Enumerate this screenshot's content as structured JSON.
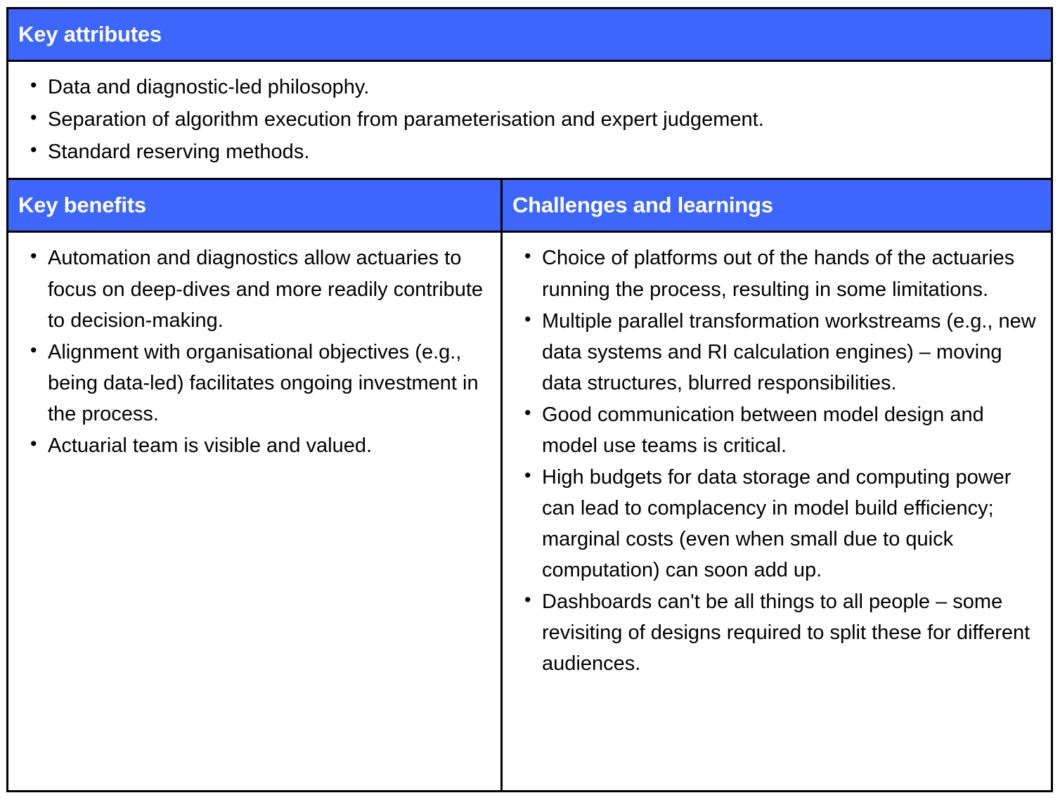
{
  "colors": {
    "header_blue": "#3d66fc",
    "header_text": "#ffffff",
    "border": "#000000",
    "body_text": "#000000",
    "background": "#ffffff"
  },
  "sections": {
    "attributes": {
      "header": "Key attributes",
      "bullets": [
        "Data and diagnostic-led philosophy.",
        "Separation of algorithm execution from parameterisation and expert judgement.",
        "Standard reserving methods."
      ]
    },
    "benefits": {
      "header": "Key benefits",
      "bullets": [
        "Automation and diagnostics allow actuaries to focus on deep-dives and more readily contribute to decision-making.",
        "Alignment with organisational objectives (e.g., being data-led) facilitates ongoing investment in the process.",
        "Actuarial team is visible and valued."
      ]
    },
    "challenges": {
      "header": "Challenges and learnings",
      "bullets": [
        "Choice of platforms out of the hands of the actuaries running the process, resulting in some limitations.",
        "Multiple parallel transformation workstreams (e.g., new data systems and RI calculation engines) – moving data structures, blurred responsibilities.",
        "Good communication between model design and model use teams is critical.",
        "High budgets for data storage and computing power can lead to complacency in model build efficiency; marginal costs (even when small due to quick computation) can soon add up.",
        "Dashboards can't be all things to all people – some revisiting of designs required to split these for different audiences."
      ]
    }
  }
}
